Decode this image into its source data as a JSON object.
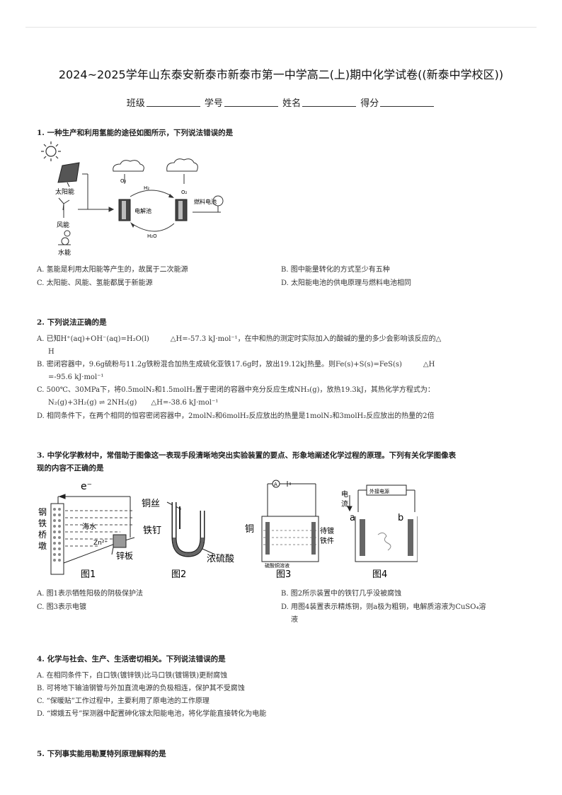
{
  "header": {
    "title": "2024~2025学年山东泰安新泰市新泰市第一中学高二(上)期中化学试卷((新泰中学校区))",
    "fields": [
      "班级",
      "学号",
      "姓名",
      "得分"
    ]
  },
  "questions": [
    {
      "stem": "1. 一种生产和利用氢能的途径如图所示，下列说法错误的是",
      "figure_labels": {
        "solar": "太阳能",
        "wind": "风能",
        "water": "水能",
        "o2_left": "O₂",
        "h2": "H₂",
        "o2_right": "O₂",
        "electrolyzer": "电解池",
        "fuel_cell": "燃料电池",
        "water_mol": "H₂O"
      },
      "options": {
        "A": "A. 氢能是利用太阳能等产生的，故属于二次能源",
        "B": "B. 图中能量转化的方式至少有五种",
        "C": "C. 太阳能、风能、氢能都属于新能源",
        "D": "D. 太阳能电池的供电原理与燃料电池相同"
      }
    },
    {
      "stem": "2. 下列说法正确的是",
      "options": {
        "A1": "A. 已知H⁺(aq)+OH⁻(aq)=H₂O(l)　　　△H=-57.3 kJ·mol⁻¹，在中和热的测定时实际加入的酸碱的量的多少会影响该反应的△",
        "A2": "H",
        "B1": "B. 密闭容器中，9.6g硫粉与11.2g铁粉混合加热生成硫化亚铁17.6g时，放出19.12kJ热量。则Fe(s)+S(s)=FeS(s)　　　△H",
        "B2": "=-95.6 kJ·mol⁻¹",
        "C1": "C. 500℃、30MPa下，将0.5molN₂和1.5molH₂置于密闭的容器中充分反应生成NH₃(g)，放热19.3kJ，其热化学方程式为：",
        "C2": "N₂(g)+3H₂(g) ⇌ 2NH₃(g)　　△H=-38.6 kJ·mol⁻¹",
        "D": "D. 相同条件下，在两个相同的恒容密闭容器中，2molN₂和6molH₂反应放出的热量是1molN₂和3molH₂反应放出的热量的2倍"
      }
    },
    {
      "stem1": "3. 中学化学教材中，常借助于图像这一表现手段清晰地突出实验装置的要点、形象地阐述化学过程的原理。下列有关化学图像表",
      "stem2": "现的内容不正确的是",
      "figure_labels": {
        "electron": "e⁻",
        "pier": "钢铁桥墩",
        "seawater": "海水",
        "zn_ion": "Zn²⁺",
        "zinc_plate": "锌板",
        "fig1": "图1",
        "copper_wire": "铜丝",
        "iron_nail": "铁钉",
        "conc_acid": "浓硫酸",
        "fig2": "图2",
        "ammeter": "A",
        "copper": "铜",
        "plated": "待镀铁件",
        "solution": "硫酸铜溶液",
        "fig3": "图3",
        "current": "电流",
        "power": "外接电源",
        "a": "a",
        "b": "b",
        "fig4": "图4"
      },
      "options": {
        "A": "A. 图1表示牺牲阳极的阴极保护法",
        "B": "B. 图2所示装置中的铁钉几乎没被腐蚀",
        "C": "C. 图3表示电镀",
        "D1": "D. 用图4装置表示精炼铜，则a极为粗铜，电解质溶液为CuSO₄溶",
        "D2": "液"
      }
    },
    {
      "stem": "4. 化学与社会、生产、生活密切相关。下列说法错误的是",
      "options": {
        "A": "A. 在相同条件下，白口铁(镀锌铁)比马口铁(镀锡铁)更耐腐蚀",
        "B": "B. 可将地下输油钢管与外加直流电源的负极相连，保护其不受腐蚀",
        "C": "C. “保暖贴”工作过程中，主要利用了原电池的工作原理",
        "D": "D. “嫦娥五号”探测器中配置砷化镓太阳能电池，将化学能直接转化为电能"
      }
    },
    {
      "stem": "5. 下列事实能用勒夏特列原理解释的是"
    }
  ]
}
